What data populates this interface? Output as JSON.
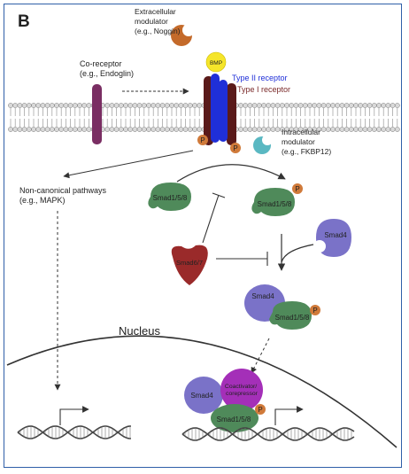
{
  "panel_label": "B",
  "labels": {
    "extracellular_modulator": [
      "Extracellular",
      "modulator",
      "(e.g., Noggin)"
    ],
    "coreceptor": [
      "Co-receptor",
      "(e.g., Endoglin)"
    ],
    "bmp": "BMP",
    "type2": "Type II receptor",
    "type1": "Type I receptor",
    "intracellular_modulator": [
      "Intracellular",
      "modulator",
      "(e.g., FKBP12)"
    ],
    "noncanonical": [
      "Non-canonical pathways",
      "(e.g., MAPK)"
    ],
    "smad158": "Smad1/5/8",
    "smad4": "Smad4",
    "smad67": "Smad6/7",
    "coactivator": [
      "Coactivator/",
      "corepressor"
    ],
    "nucleus": "Nucleus",
    "phospho": "P"
  },
  "colors": {
    "frame": "#2f5fa8",
    "type2_receptor": "#1f2fd8",
    "type1_receptor": "#5a1a1a",
    "coreceptor": "#7a2e63",
    "bmp": "#f5e52a",
    "noggin": "#c46a2a",
    "fkbp12": "#5ab8c2",
    "smad158": "#4f8a5a",
    "smad4": "#7a72c8",
    "smad67": "#9a2a2a",
    "coactivator": "#a42fb8",
    "phospho": "#d07a3a",
    "membrane_head": "#d9d9d9",
    "dna": "#444444"
  }
}
